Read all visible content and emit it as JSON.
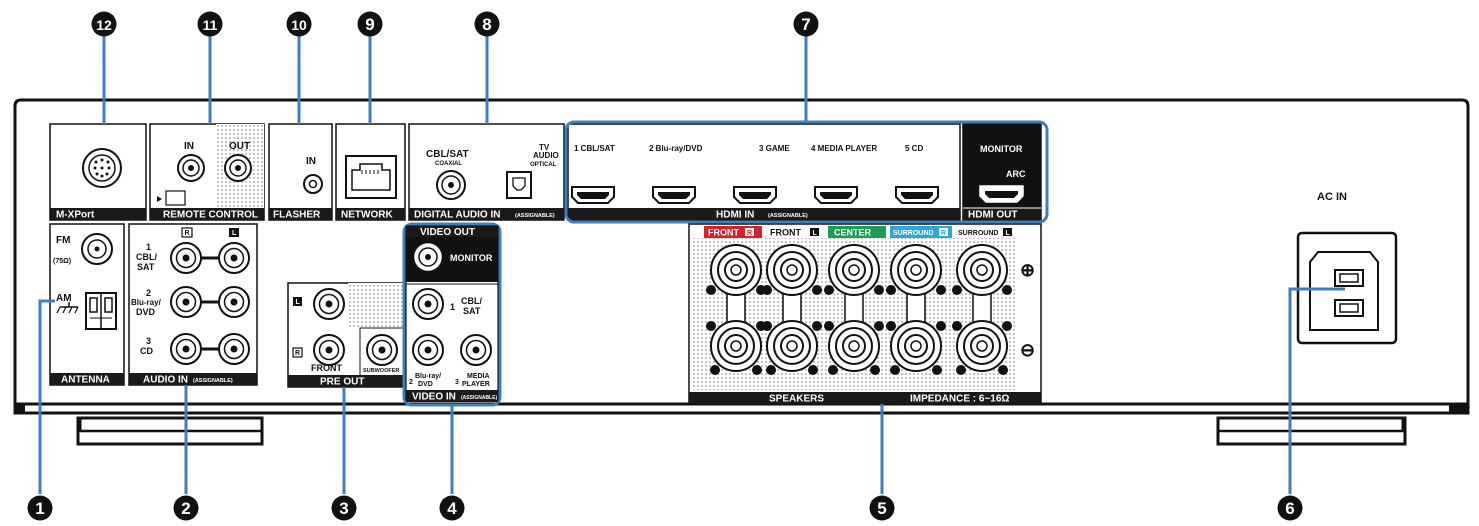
{
  "callouts": [
    "1",
    "2",
    "3",
    "4",
    "5",
    "6",
    "7",
    "8",
    "9",
    "10",
    "11",
    "12"
  ],
  "bars": {
    "mxport": "M-XPort",
    "remote": "REMOTE CONTROL",
    "flasher": "FLASHER",
    "network": "NETWORK",
    "digital": "DIGITAL AUDIO IN",
    "digital_sub": "(ASSIGNABLE)",
    "hdmi_in": "HDMI IN",
    "hdmi_in_sub": "(ASSIGNABLE)",
    "hdmi_out": "HDMI OUT",
    "antenna": "ANTENNA",
    "audio_in": "AUDIO IN",
    "audio_in_sub": "(ASSIGNABLE)",
    "pre_out": "PRE OUT",
    "video_in": "VIDEO IN",
    "video_in_sub": "(ASSIGNABLE)",
    "video_out": "VIDEO OUT",
    "speakers": "SPEAKERS",
    "impedance": "IMPEDANCE : 6~16Ω"
  },
  "labels": {
    "in": "IN",
    "out": "OUT",
    "flasher_in": "IN",
    "cbl_sat": "CBL/SAT",
    "coaxial": "COAXIAL",
    "tv": "TV",
    "audio": "AUDIO",
    "optical": "OPTICAL",
    "hdmi_ports": [
      "1 CBL/SAT",
      "2 Blu-ray/DVD",
      "3 GAME",
      "4 MEDIA PLAYER",
      "5 CD"
    ],
    "monitor": "MONITOR",
    "arc": "ARC",
    "ac_in": "AC IN",
    "fm": "FM",
    "ohm": "(75Ω)",
    "am": "AM",
    "r": "R",
    "l": "L",
    "audio_inputs": [
      {
        "num": "1",
        "line1": "CBL/",
        "line2": "SAT"
      },
      {
        "num": "2",
        "line1": "Blu-ray/",
        "line2": "DVD"
      },
      {
        "num": "3",
        "line1": "CD",
        "line2": ""
      }
    ],
    "front": "FRONT",
    "subwoofer": "SUBWOOFER",
    "video_monitor": "MONITOR",
    "video_inputs": [
      {
        "num": "1",
        "line1": "CBL/",
        "line2": "SAT"
      },
      {
        "num": "2",
        "line1": "Blu-ray/",
        "line2": "DVD"
      },
      {
        "num": "3",
        "line1": "MEDIA",
        "line2": "PLAYER"
      }
    ],
    "speaker_channels": [
      "FRONT",
      "FRONT",
      "CENTER",
      "SURROUND",
      "SURROUND"
    ],
    "plus": "⊕",
    "minus": "⊖"
  },
  "colors": {
    "callout_blue": "#3d7fbf",
    "front_r": "#d6232a",
    "center": "#1f9d55",
    "surround": "#2aa8dd",
    "panel": "#ffffff",
    "bar": "#1a1a1a"
  }
}
